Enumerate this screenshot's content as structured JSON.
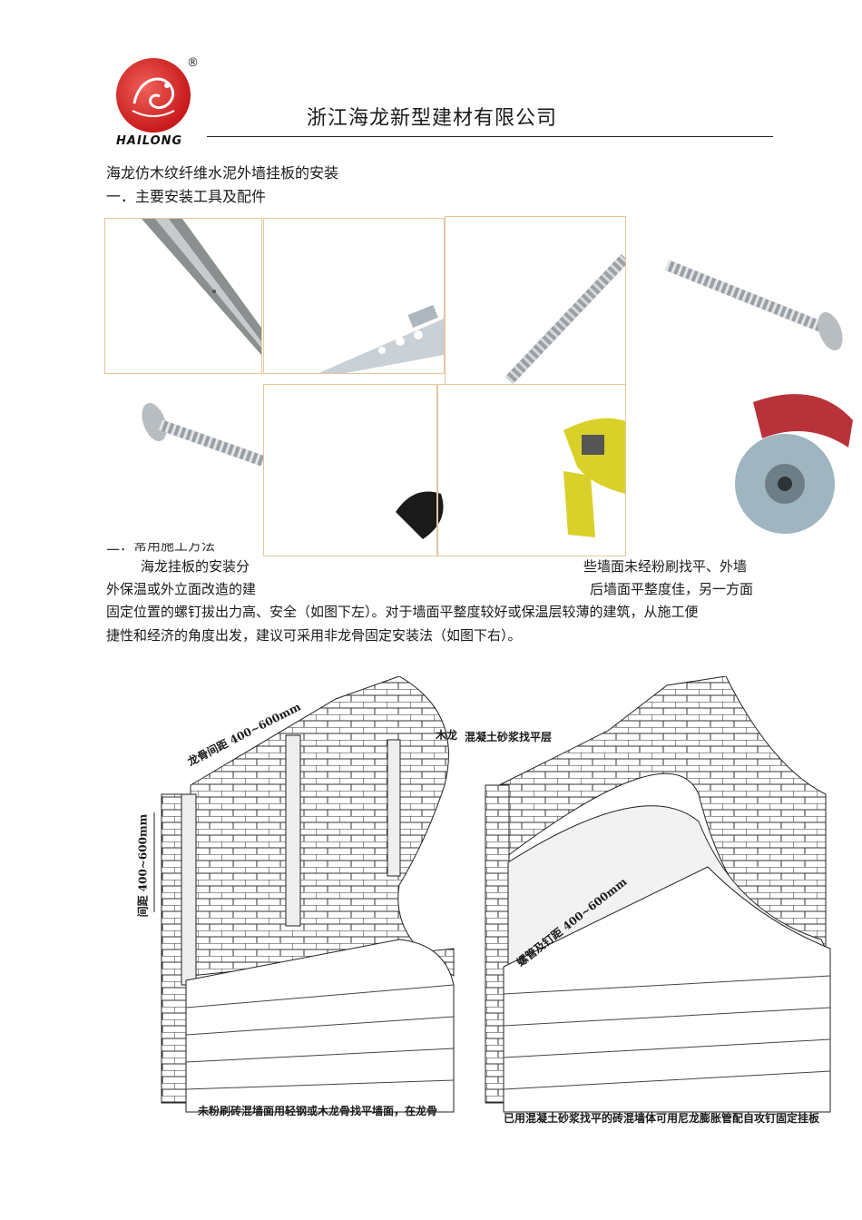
{
  "header": {
    "logo_text": "HAILONG",
    "logo_reg": "®",
    "company": "浙江海龙新型建材有限公司"
  },
  "title": "海龙仿木纹纤维水泥外墙挂板的安装",
  "section1": "一．主要安装工具及配件",
  "section2": "二．常用施工方法",
  "paragraph": {
    "line1_left": "海龙挂板的安装分",
    "line1_right": "些墙面未经粉刷找平、外墙",
    "line2_left": "外保温或外立面改造的建",
    "line2_right": "后墙面平整度佳，另一方面",
    "line3": "固定位置的螺钉拔出力高、安全（如图下左）。对于墙面平整度较好或保温层较薄的建筑，从施工便",
    "line4": "捷性和经济的角度出发，建议可采用非龙骨固定安装法（如图下右）。"
  },
  "diagram_left": {
    "label_spacing": "龙骨间距 400~600mm",
    "label_wood": "木龙",
    "label_vertical": "间距 400~600mm",
    "caption": "未粉刷砖混墙面用轻钢或木龙骨找平墙面，在龙骨"
  },
  "diagram_right": {
    "label_mortar": "混凝土砂浆找平层",
    "label_nail": "螺管及钉距 400~600mm",
    "caption": "已用混凝土砂浆找平的砖混墙体可用尼龙膨胀管配自攻钉固定挂板"
  },
  "colors": {
    "logo_red": "#c81a1c",
    "frame": "#e6c79a",
    "drill_yellow": "#d9d12a",
    "saw_red": "#b8323a"
  }
}
